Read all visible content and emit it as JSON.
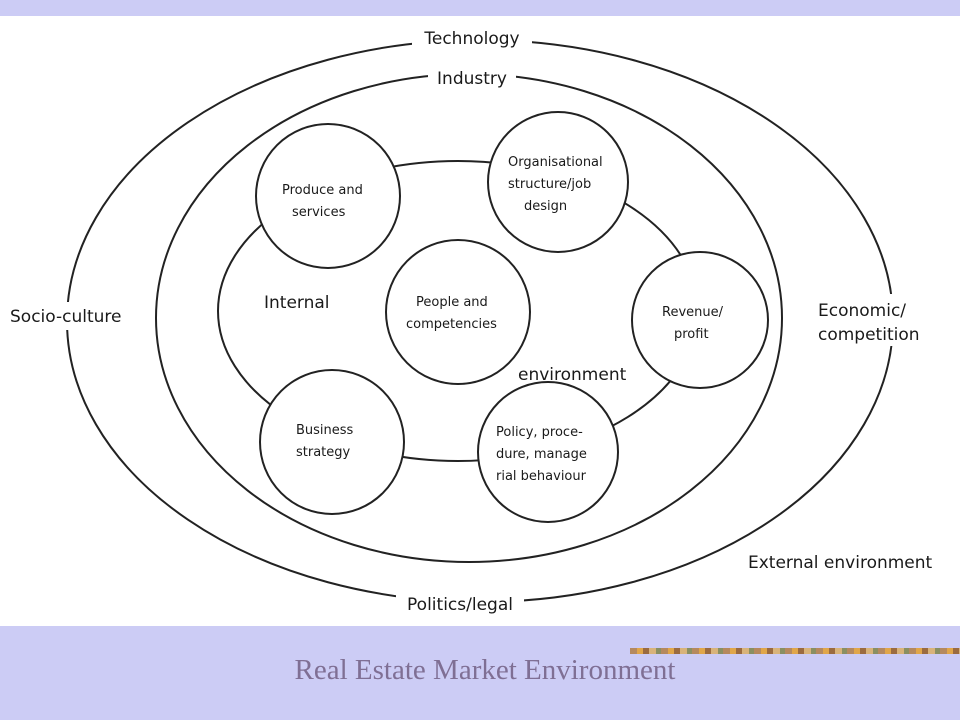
{
  "outer_ring": {
    "top": "Technology",
    "left": "Socio-culture",
    "right": [
      "Economic/",
      "competition"
    ],
    "bottom": "Politics/legal"
  },
  "middle_ring": {
    "top": "Industry"
  },
  "external_label": "External environment",
  "internal_labels": {
    "left": "Internal",
    "bottom": "environment"
  },
  "nodes": {
    "produce": [
      "Produce and",
      "services"
    ],
    "org": [
      "Organisational",
      "structure/job",
      "design"
    ],
    "people": [
      "People and",
      "competencies"
    ],
    "revenue": [
      "Revenue/",
      "profit"
    ],
    "strategy": [
      "Business",
      "strategy"
    ],
    "policy": [
      "Policy, proce-",
      "dure, manage",
      "rial behaviour"
    ]
  },
  "footer": {
    "title": "Real Estate Market Environment"
  }
}
